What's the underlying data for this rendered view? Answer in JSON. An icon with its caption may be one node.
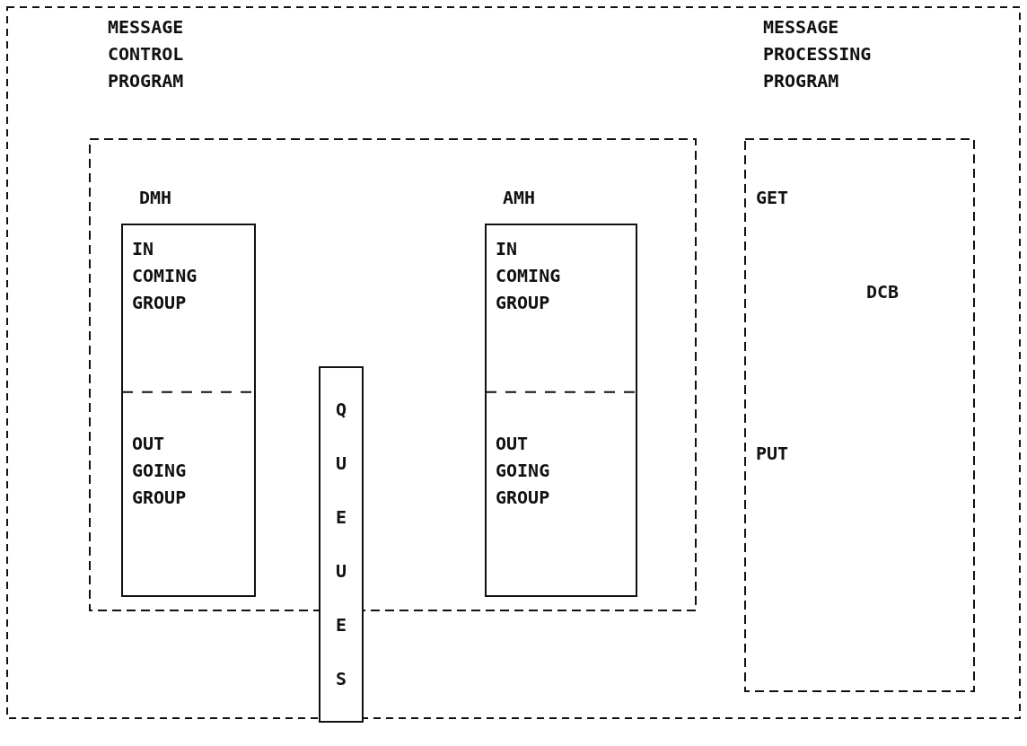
{
  "diagram": {
    "nodes": [
      {
        "text": [
          "MESSAGE CONTROL PROGRAM"
        ]
      },
      {
        "text": [
          "DMH",
          "IN COMING GROUP",
          "OUT GOING GROUP"
        ],
        "in": 0
      },
      {
        "text": [
          "QUEUES"
        ]
      },
      {
        "text": [
          "AMH",
          "IN COMING GROUP",
          "OUT GOING GROUP"
        ],
        "in": 0
      },
      {
        "text": [
          "MESSAGE PROCESSING PROGRAM",
          "GET",
          "DCB",
          "PUT"
        ]
      }
    ]
  }
}
